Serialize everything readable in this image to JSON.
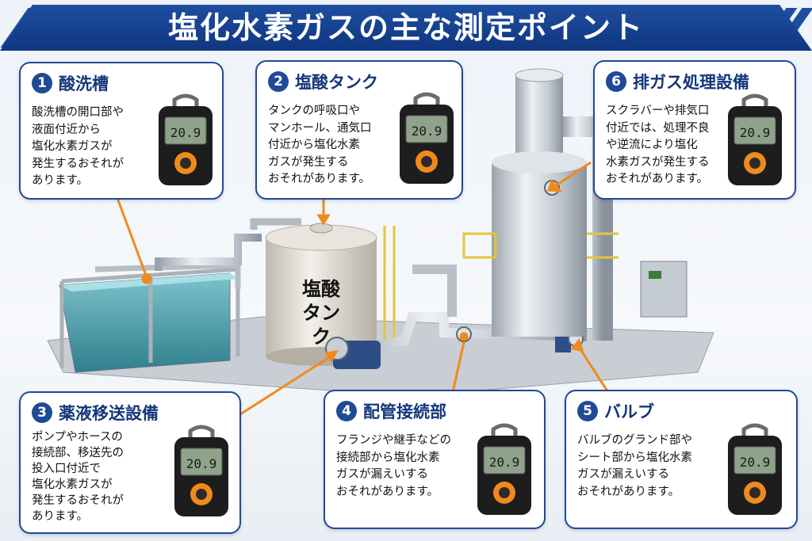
{
  "title": "塩化水素ガスの主な測定ポイント",
  "colors": {
    "primary": "#1f4a96",
    "accent": "#f08a1c",
    "device": "#1d1d1d"
  },
  "tank_label": [
    "塩酸",
    "タンク"
  ],
  "device_reading": "20.9",
  "points": [
    {
      "num": "1",
      "title": "酸洗槽",
      "lines": [
        "酸洗槽の開口部や",
        "液面付近から",
        "塩化水素ガスが",
        "発生するおそれが",
        "あります。"
      ]
    },
    {
      "num": "2",
      "title": "塩酸タンク",
      "lines": [
        "タンクの呼吸口や",
        "マンホール、通気口",
        "付近から塩化水素",
        "ガスが発生する",
        "おそれがあります。"
      ]
    },
    {
      "num": "6",
      "title": "排ガス処理設備",
      "lines": [
        "スクラバーや排気口",
        "付近では、処理不良",
        "や逆流により塩化",
        "水素ガスが発生する",
        "おそれがあります。"
      ]
    },
    {
      "num": "3",
      "title": "薬液移送設備",
      "lines": [
        "ポンプやホースの",
        "接続部、移送先の",
        "投入口付近で",
        "塩化水素ガスが",
        "発生するおそれが",
        "あります。"
      ]
    },
    {
      "num": "4",
      "title": "配管接続部",
      "lines": [
        "フランジや継手などの",
        "接続部から塩化水素",
        "ガスが漏えいする",
        "おそれがあります。"
      ]
    },
    {
      "num": "5",
      "title": "バルブ",
      "lines": [
        "バルブのグランド部や",
        "シート部から塩化水素",
        "ガスが漏えいする",
        "おそれがあります。"
      ]
    }
  ]
}
